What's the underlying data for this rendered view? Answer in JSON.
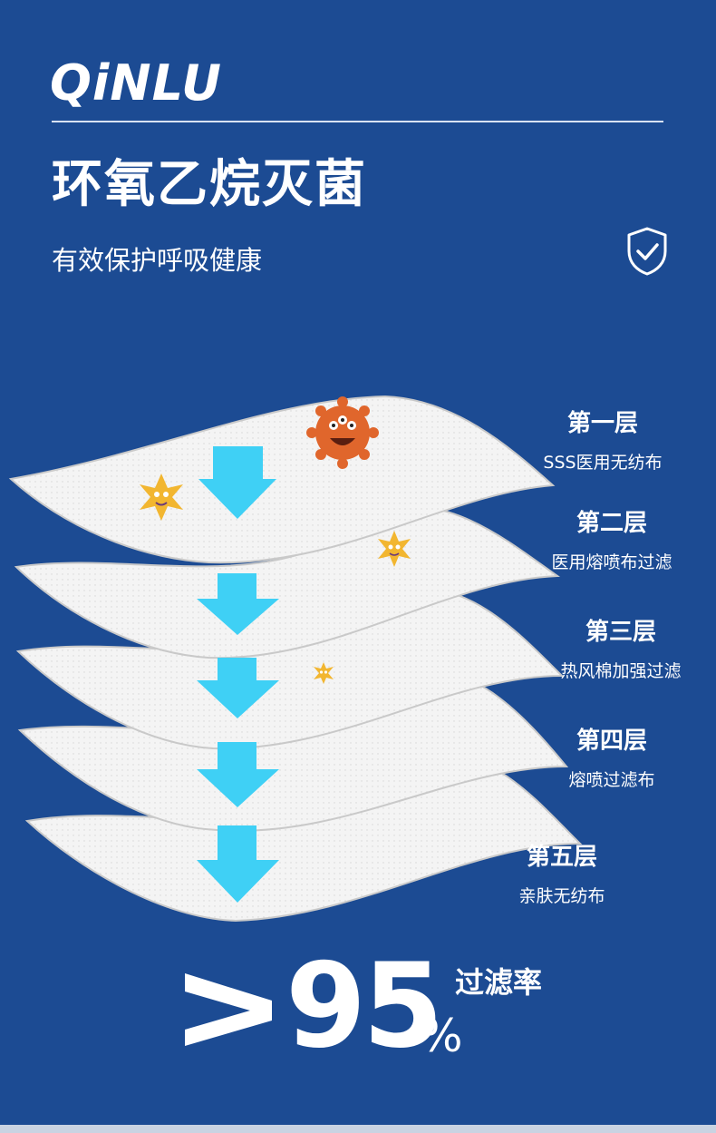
{
  "brand": {
    "logo_text": "QiNLU"
  },
  "header": {
    "title": "环氧乙烷灭菌",
    "subtitle": "有效保护呼吸健康",
    "badge_icon": "shield-check-icon"
  },
  "layers": [
    {
      "name": "第一层",
      "desc": "SSS医用无纺布"
    },
    {
      "name": "第二层",
      "desc": "医用熔喷布过滤"
    },
    {
      "name": "第三层",
      "desc": "热风棉加强过滤"
    },
    {
      "name": "第四层",
      "desc": "熔喷过滤布"
    },
    {
      "name": "第五层",
      "desc": "亲肤无纺布"
    }
  ],
  "filtration": {
    "symbol": "≥",
    "value": "95",
    "unit": "%",
    "label": "过滤率"
  },
  "colors": {
    "background": "#1c4b93",
    "arrow": "#3fd0f5",
    "sheet": "#f2f2f2",
    "germ_orange": "#e0662c",
    "germ_yellow": "#f2b630"
  }
}
